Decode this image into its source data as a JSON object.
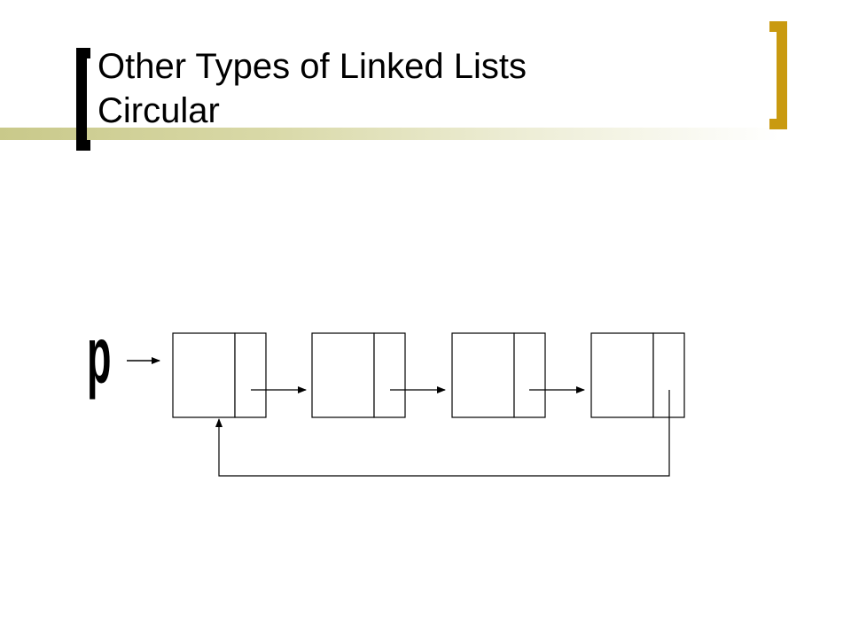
{
  "slide": {
    "title_line1": "Other Types of Linked Lists",
    "title_line2": "Circular"
  },
  "diagram": {
    "pointer_label": "p",
    "node_count": 4,
    "circular_link": "last node points back to first node"
  },
  "colors": {
    "left_bracket": "#000000",
    "right_bracket": "#c99a10",
    "title_bar_start": "#c9c98a",
    "line": "#000000"
  }
}
